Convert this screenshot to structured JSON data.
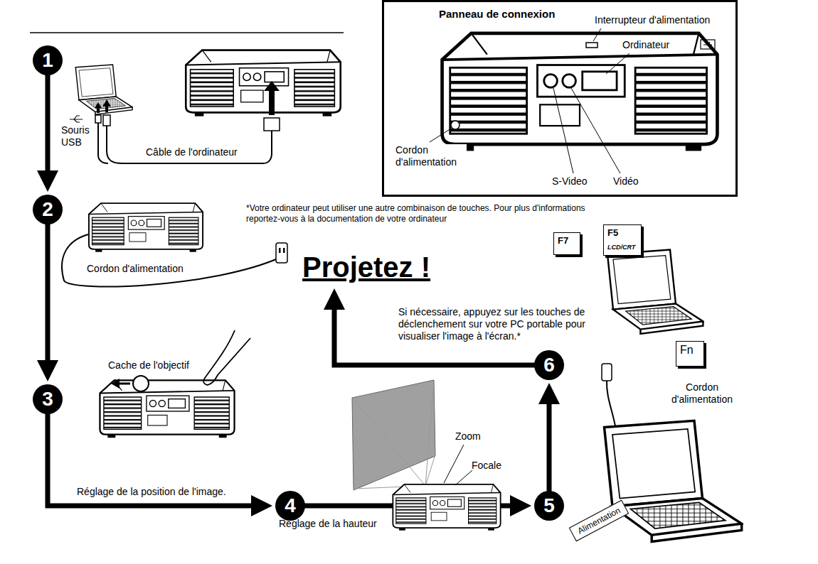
{
  "diagram": {
    "nodes": [
      {
        "text": [
          "Panneau de connexion",
          "Interrupteur d'alimentation",
          "Ordinateur",
          "Cordon d'alimentation",
          "S-Video",
          "Vidéo"
        ]
      },
      {
        "text": [
          "1"
        ]
      },
      {
        "text": [
          "2"
        ]
      },
      {
        "text": [
          "3"
        ]
      },
      {
        "text": [
          "4"
        ]
      },
      {
        "text": [
          "5"
        ]
      },
      {
        "text": [
          "6"
        ]
      },
      {
        "text": [
          "Projetez !"
        ]
      },
      {
        "text": [
          "F7"
        ]
      },
      {
        "text": [
          "F5",
          "LCD/CRT"
        ]
      },
      {
        "text": [
          "Fn"
        ]
      },
      {
        "text": [
          "Alimentation"
        ]
      }
    ],
    "edges": [
      {
        "from": 1,
        "to": 2,
        "arrow": "to"
      },
      {
        "from": 2,
        "to": 3,
        "arrow": "to"
      },
      {
        "from": 3,
        "to": 4,
        "label": "Réglage de la position de l'image.",
        "arrow": "to"
      },
      {
        "from": 4,
        "to": 5,
        "arrow": "to"
      },
      {
        "from": 5,
        "to": 6,
        "arrow": "to"
      },
      {
        "from": 6,
        "to": 7,
        "arrow": "to"
      }
    ],
    "labels": [
      "Souris USB",
      "Câble de l'ordinateur",
      "*Votre ordinateur peut utiliser une autre combinaison de touches. Pour plus d'informations reportez-vous à la documentation de votre ordinateur",
      "Cordon d'alimentation",
      "Si nécessaire, appuyez sur les touches de déclenchement sur votre PC portable pour visualiser l'image à l'écran.*",
      "Cache de l'objectif",
      "Réglage de la hauteur",
      "Zoom",
      "Focale",
      "Cordon d'alimentation"
    ]
  }
}
